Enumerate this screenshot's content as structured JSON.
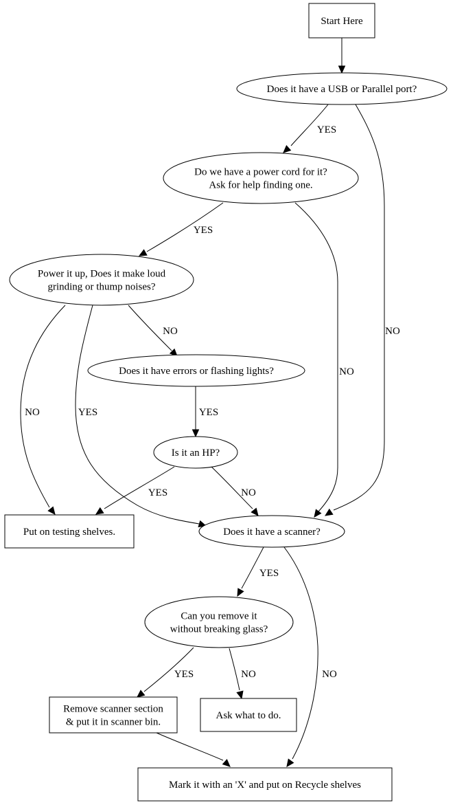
{
  "diagram": {
    "type": "flowchart",
    "nodes": [
      {
        "id": "start",
        "shape": "box",
        "lines": [
          "Start Here"
        ]
      },
      {
        "id": "usb",
        "shape": "ellipse",
        "lines": [
          "Does it have a USB or Parallel port?"
        ]
      },
      {
        "id": "power",
        "shape": "ellipse",
        "lines": [
          "Do we have a power cord for it?",
          "Ask for help finding one."
        ]
      },
      {
        "id": "noise",
        "shape": "ellipse",
        "lines": [
          "Power it up, Does it make loud",
          "grinding or thump noises?"
        ]
      },
      {
        "id": "errors",
        "shape": "ellipse",
        "lines": [
          "Does it have errors or flashing lights?"
        ]
      },
      {
        "id": "hp",
        "shape": "ellipse",
        "lines": [
          "Is it an HP?"
        ]
      },
      {
        "id": "testing",
        "shape": "box",
        "lines": [
          "Put on testing shelves."
        ]
      },
      {
        "id": "scanner",
        "shape": "ellipse",
        "lines": [
          "Does it have a scanner?"
        ]
      },
      {
        "id": "glass",
        "shape": "ellipse",
        "lines": [
          "Can you remove it",
          "without breaking glass?"
        ]
      },
      {
        "id": "remove",
        "shape": "box",
        "lines": [
          "Remove scanner section",
          "& put it in scanner bin."
        ]
      },
      {
        "id": "ask",
        "shape": "box",
        "lines": [
          "Ask what to do."
        ]
      },
      {
        "id": "recycle",
        "shape": "box",
        "lines": [
          "Mark it with an 'X' and put on Recycle shelves"
        ]
      }
    ],
    "edges": [
      {
        "id": "e1",
        "from": "start",
        "to": "usb",
        "label": ""
      },
      {
        "id": "e2",
        "from": "usb",
        "to": "power",
        "label": "YES"
      },
      {
        "id": "e3",
        "from": "usb",
        "to": "scanner",
        "label": "NO"
      },
      {
        "id": "e4",
        "from": "power",
        "to": "noise",
        "label": "YES"
      },
      {
        "id": "e5",
        "from": "power",
        "to": "scanner",
        "label": "NO"
      },
      {
        "id": "e6",
        "from": "noise",
        "to": "testing",
        "label": "NO"
      },
      {
        "id": "e7",
        "from": "noise",
        "to": "scanner",
        "label": "YES"
      },
      {
        "id": "e8",
        "from": "noise",
        "to": "errors",
        "label": "NO"
      },
      {
        "id": "e9",
        "from": "errors",
        "to": "hp",
        "label": "YES"
      },
      {
        "id": "e10",
        "from": "hp",
        "to": "testing",
        "label": "YES"
      },
      {
        "id": "e11",
        "from": "hp",
        "to": "scanner",
        "label": "NO"
      },
      {
        "id": "e12",
        "from": "scanner",
        "to": "glass",
        "label": "YES"
      },
      {
        "id": "e13",
        "from": "scanner",
        "to": "recycle",
        "label": "NO"
      },
      {
        "id": "e14",
        "from": "glass",
        "to": "remove",
        "label": "YES"
      },
      {
        "id": "e15",
        "from": "glass",
        "to": "ask",
        "label": "NO"
      },
      {
        "id": "e16",
        "from": "remove",
        "to": "recycle",
        "label": ""
      }
    ]
  }
}
